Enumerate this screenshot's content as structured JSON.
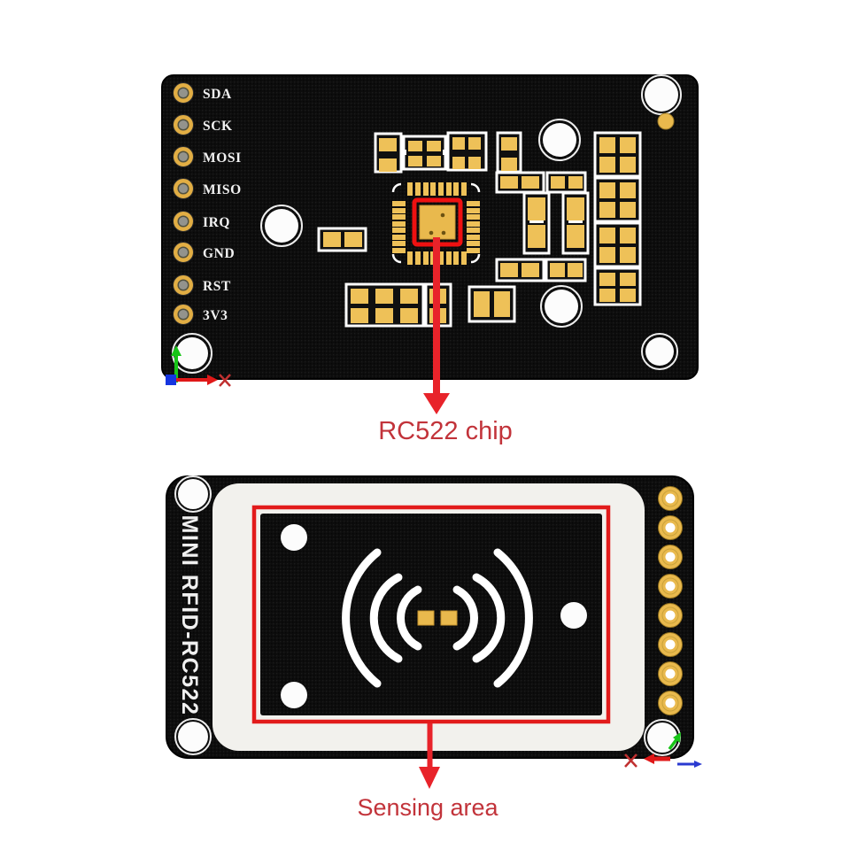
{
  "page": {
    "background": "#ffffff"
  },
  "top_board": {
    "pin_labels": [
      "SDA",
      "SCK",
      "MOSI",
      "MISO",
      "IRQ",
      "GND",
      "RST",
      "3V3"
    ]
  },
  "bottom_board": {
    "silkscreen": "MINI RFID-RC522"
  },
  "annotations": {
    "chip_label": "RC522 chip",
    "sensing_label": "Sensing area"
  },
  "colors": {
    "pcb_black": "#0d0d0d",
    "pad_gold": "#e9b94d",
    "silkscreen_white": "#f2f2f2",
    "plate_white": "#f2f1ed",
    "highlight_red": "#ee1111",
    "arrow_red": "#e8232a",
    "annotation_text_red": "#c2333a",
    "axis_green": "#17c417",
    "axis_red": "#e01818",
    "axis_blue": "#1535e0"
  },
  "icons": {
    "contactless_waves": "rfid-signal-arcs",
    "origin_marker": "coordinate-axes"
  }
}
